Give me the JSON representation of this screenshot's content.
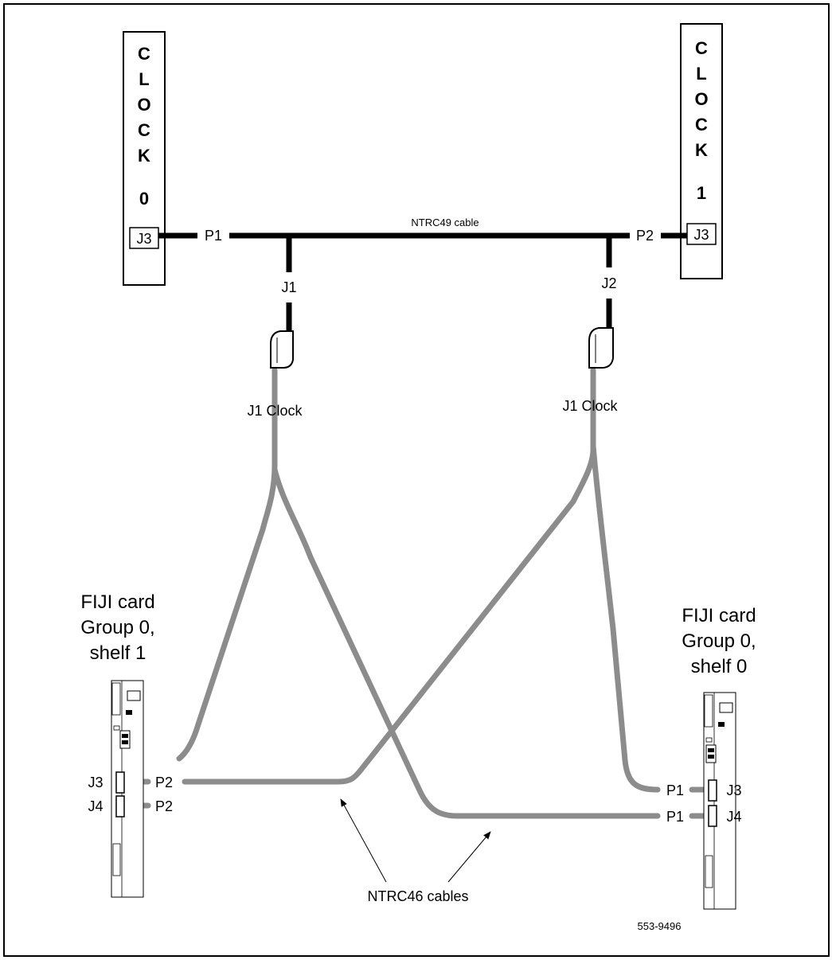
{
  "clock0": {
    "letters": [
      "C",
      "L",
      "O",
      "C",
      "K"
    ],
    "number": "0",
    "jack": "J3"
  },
  "clock1": {
    "letters": [
      "C",
      "L",
      "O",
      "C",
      "K"
    ],
    "number": "1",
    "jack": "J3"
  },
  "ntrc49": {
    "label": "NTRC49 cable",
    "p1": "P1",
    "p2": "P2",
    "j1": "J1",
    "j2": "J2"
  },
  "clock_connectors": {
    "left": "J1 Clock",
    "right": "J1 Clock"
  },
  "fiji_left": {
    "title": [
      "FIJI card",
      "Group 0,",
      "shelf 1"
    ],
    "j3": "J3",
    "j4": "J4",
    "p_upper": "P2",
    "p_lower": "P2"
  },
  "fiji_right": {
    "title": [
      "FIJI card",
      "Group 0,",
      "shelf 0"
    ],
    "j3": "J3",
    "j4": "J4",
    "p_upper": "P1",
    "p_lower": "P1"
  },
  "ntrc46": {
    "label": "NTRC46 cables"
  },
  "figure_id": "553-9496",
  "colors": {
    "cable_black": "#000000",
    "cable_gray": "#8c8c8c",
    "border": "#000000"
  }
}
